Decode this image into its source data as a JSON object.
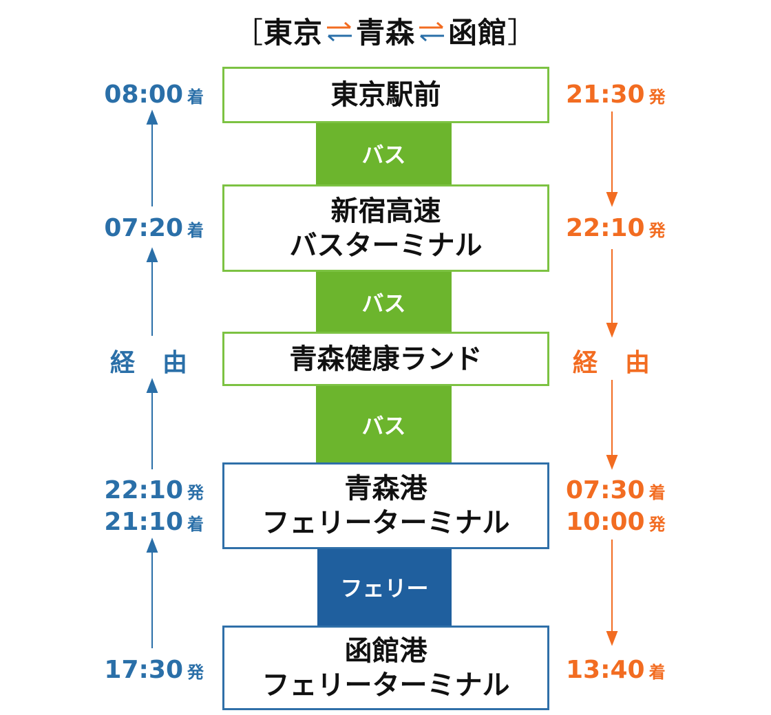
{
  "title": {
    "open": "［",
    "tokyo": "東京",
    "aomori": "青森",
    "hakodate": "函館",
    "close": "］"
  },
  "colors": {
    "green_border": "#7cc242",
    "bus_fill": "#6cb52d",
    "blue_border": "#2f6fa8",
    "ferry_fill": "#1f5f9e",
    "left_text": "#2a6fa8",
    "right_text": "#f26c21"
  },
  "stations": [
    {
      "line1": "東京駅前",
      "line2": ""
    },
    {
      "line1": "新宿高速",
      "line2": "バスターミナル"
    },
    {
      "line1": "青森健康ランド",
      "line2": ""
    },
    {
      "line1": "青森港",
      "line2": "フェリーターミナル"
    },
    {
      "line1": "函館港",
      "line2": "フェリーターミナル"
    }
  ],
  "links": [
    "バス",
    "バス",
    "バス",
    "フェリー"
  ],
  "return_times": [
    {
      "time": "08:00",
      "suffix": "着"
    },
    {
      "time": "07:20",
      "suffix": "着"
    },
    {
      "via": "経由"
    },
    {
      "time": "22:10",
      "suffix": "発"
    },
    {
      "time": "21:10",
      "suffix": "着"
    },
    {
      "time": "17:30",
      "suffix": "発"
    }
  ],
  "outbound_times": [
    {
      "time": "21:30",
      "suffix": "発"
    },
    {
      "time": "22:10",
      "suffix": "発"
    },
    {
      "via": "経由"
    },
    {
      "time": "07:30",
      "suffix": "着"
    },
    {
      "time": "10:00",
      "suffix": "発"
    },
    {
      "time": "13:40",
      "suffix": "着"
    }
  ]
}
